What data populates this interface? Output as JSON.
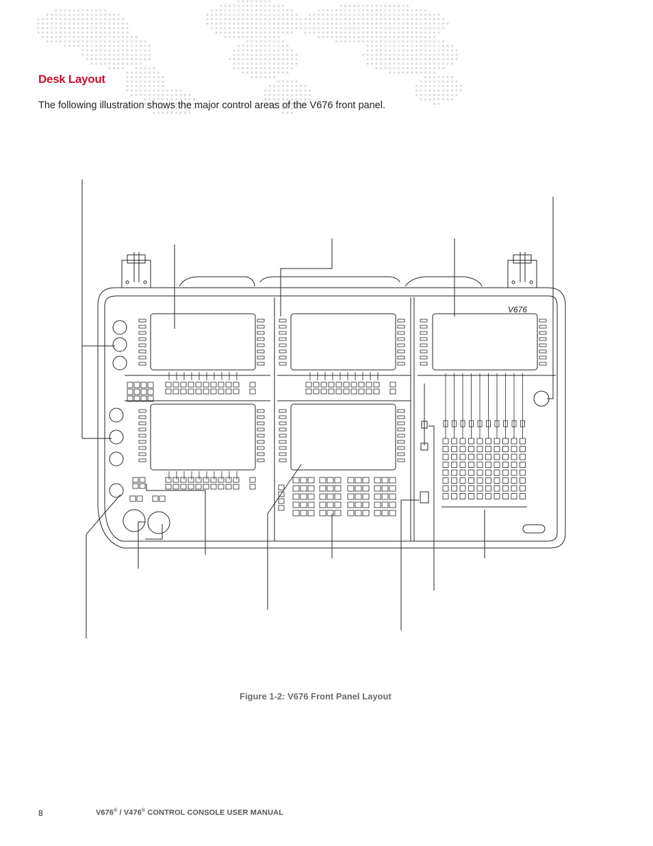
{
  "section": {
    "heading": "Desk Layout",
    "heading_color": "#c8102e"
  },
  "intro": {
    "text": "The following illustration shows the major control areas of the V676 front panel."
  },
  "figure": {
    "console_model_label": "V676",
    "caption": "Figure 1-2:  V676 Front Panel Layout"
  },
  "footer": {
    "page_number": "8",
    "model_a": "V676",
    "reg_mark": "®",
    "separator": " / ",
    "model_b": "V476",
    "title_rest": " CONTROL CONSOLE USER MANUAL"
  }
}
